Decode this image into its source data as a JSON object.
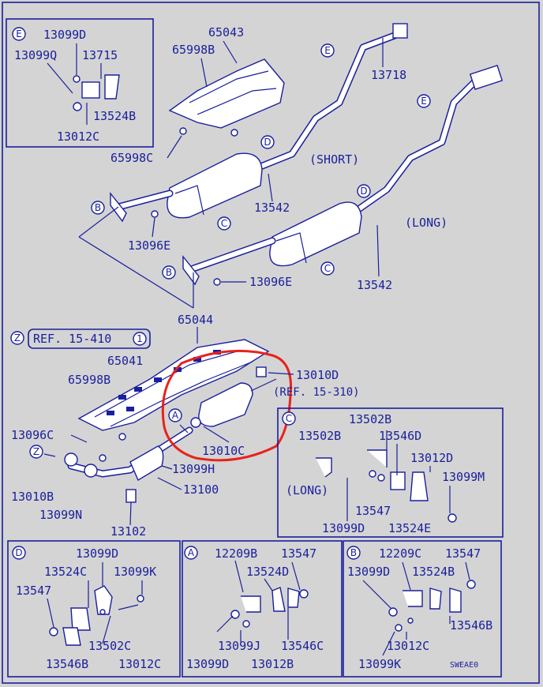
{
  "labels": {
    "l13099D_top": "13099D",
    "l13099Q": "13099Q",
    "l13715": "13715",
    "l13524B_top": "13524B",
    "l13012C_top": "13012C",
    "l65043": "65043",
    "l65998B_top": "65998B",
    "l65998C": "65998C",
    "l13718": "13718",
    "short": "(SHORT)",
    "long_mid": "(LONG)",
    "l13542_a": "13542",
    "l13542_b": "13542",
    "l13096E_a": "13096E",
    "l13096E_b": "13096E",
    "ref410": "REF. 15-410",
    "l65044": "65044",
    "l65041": "65041",
    "l65998B_mid": "65998B",
    "l13010D": "13010D",
    "ref310": "(REF. 15-310)",
    "l13096C": "13096C",
    "l13010C": "13010C",
    "l13099H": "13099H",
    "l13100": "13100",
    "l13010B": "13010B",
    "l13099N": "13099N",
    "l13102": "13102",
    "c_13502B_a": "13502B",
    "c_13502B_b": "13502B",
    "c_13546D": "13546D",
    "c_13012D": "13012D",
    "c_long": "(LONG)",
    "c_13099M": "13099M",
    "c_13547": "13547",
    "c_13099D": "13099D",
    "c_13524E": "13524E",
    "d_13099D": "13099D",
    "d_13524C": "13524C",
    "d_13099K": "13099K",
    "d_13547": "13547",
    "d_13502C": "13502C",
    "d_13546B": "13546B",
    "d_13012C": "13012C",
    "a_12209B": "12209B",
    "a_13547": "13547",
    "a_13524D": "13524D",
    "a_13099J": "13099J",
    "a_13546C": "13546C",
    "a_13099D": "13099D",
    "a_13012B": "13012B",
    "b_12209C": "12209C",
    "b_13547": "13547",
    "b_13099D": "13099D",
    "b_13524B": "13524B",
    "b_13546B": "13546B",
    "b_13012C": "13012C",
    "b_13099K": "13099K",
    "code": "SWEAE0"
  },
  "callouts": {
    "E": "E",
    "B": "B",
    "C": "C",
    "D": "D",
    "Z": "Z",
    "A": "A",
    "one": "1"
  },
  "colors": {
    "ink": "#1a1f9c",
    "background": "#d4d4d4",
    "highlight": "#e8221c"
  }
}
